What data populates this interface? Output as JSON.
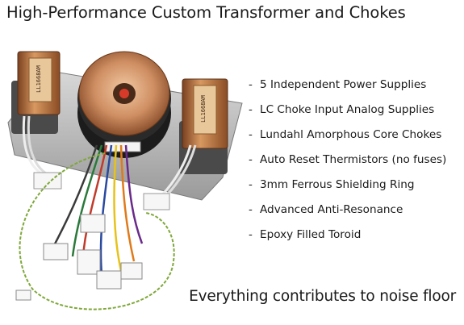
{
  "title": "High-Performance Custom Transformer and Chokes",
  "features": [
    {
      "text": "5 Independent Power Supplies"
    },
    {
      "text": "LC Choke Input Analog Supplies"
    },
    {
      "text": "Lundahl Amorphous Core Chokes"
    },
    {
      "text": "Auto Reset Thermistors (no fuses)"
    },
    {
      "text": "3mm Ferrous Shielding Ring"
    },
    {
      "text": "Advanced Anti-Resonance"
    },
    {
      "text": "Epoxy Filled Toroid"
    }
  ],
  "bullet": "-",
  "footer": "Everything contributes to noise floor",
  "choke_label": "LL1668AM",
  "colors": {
    "copper": "#c07840",
    "plate": "#b7b7b7",
    "toroid_black": "#1c1c1c",
    "wire_green_yellow": "#7fa83a"
  }
}
